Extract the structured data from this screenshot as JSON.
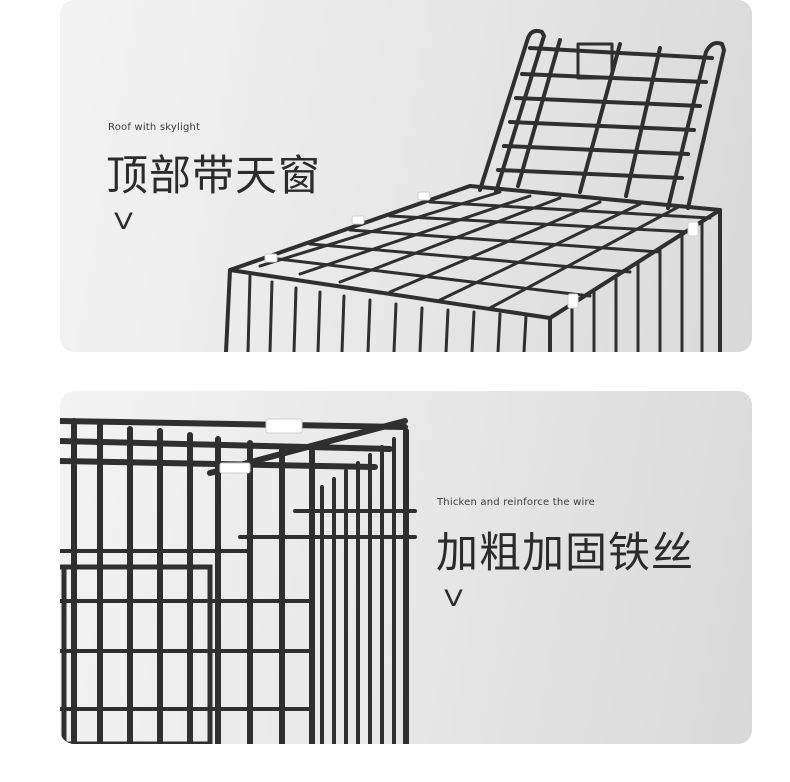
{
  "sections": [
    {
      "subtitle": "Roof with skylight",
      "title": "顶部带天窗",
      "arrow": "V",
      "image": "cage-top-skylight"
    },
    {
      "subtitle": "Thicken and reinforce the wire",
      "title": "加粗加固铁丝",
      "arrow": "V",
      "image": "cage-thick-wire-closeup"
    }
  ],
  "colors": {
    "wire": "#2f2f2f",
    "text": "#2b2b2b",
    "panel_light": "#f3f3f3",
    "panel_dark": "#d9d9d9"
  }
}
